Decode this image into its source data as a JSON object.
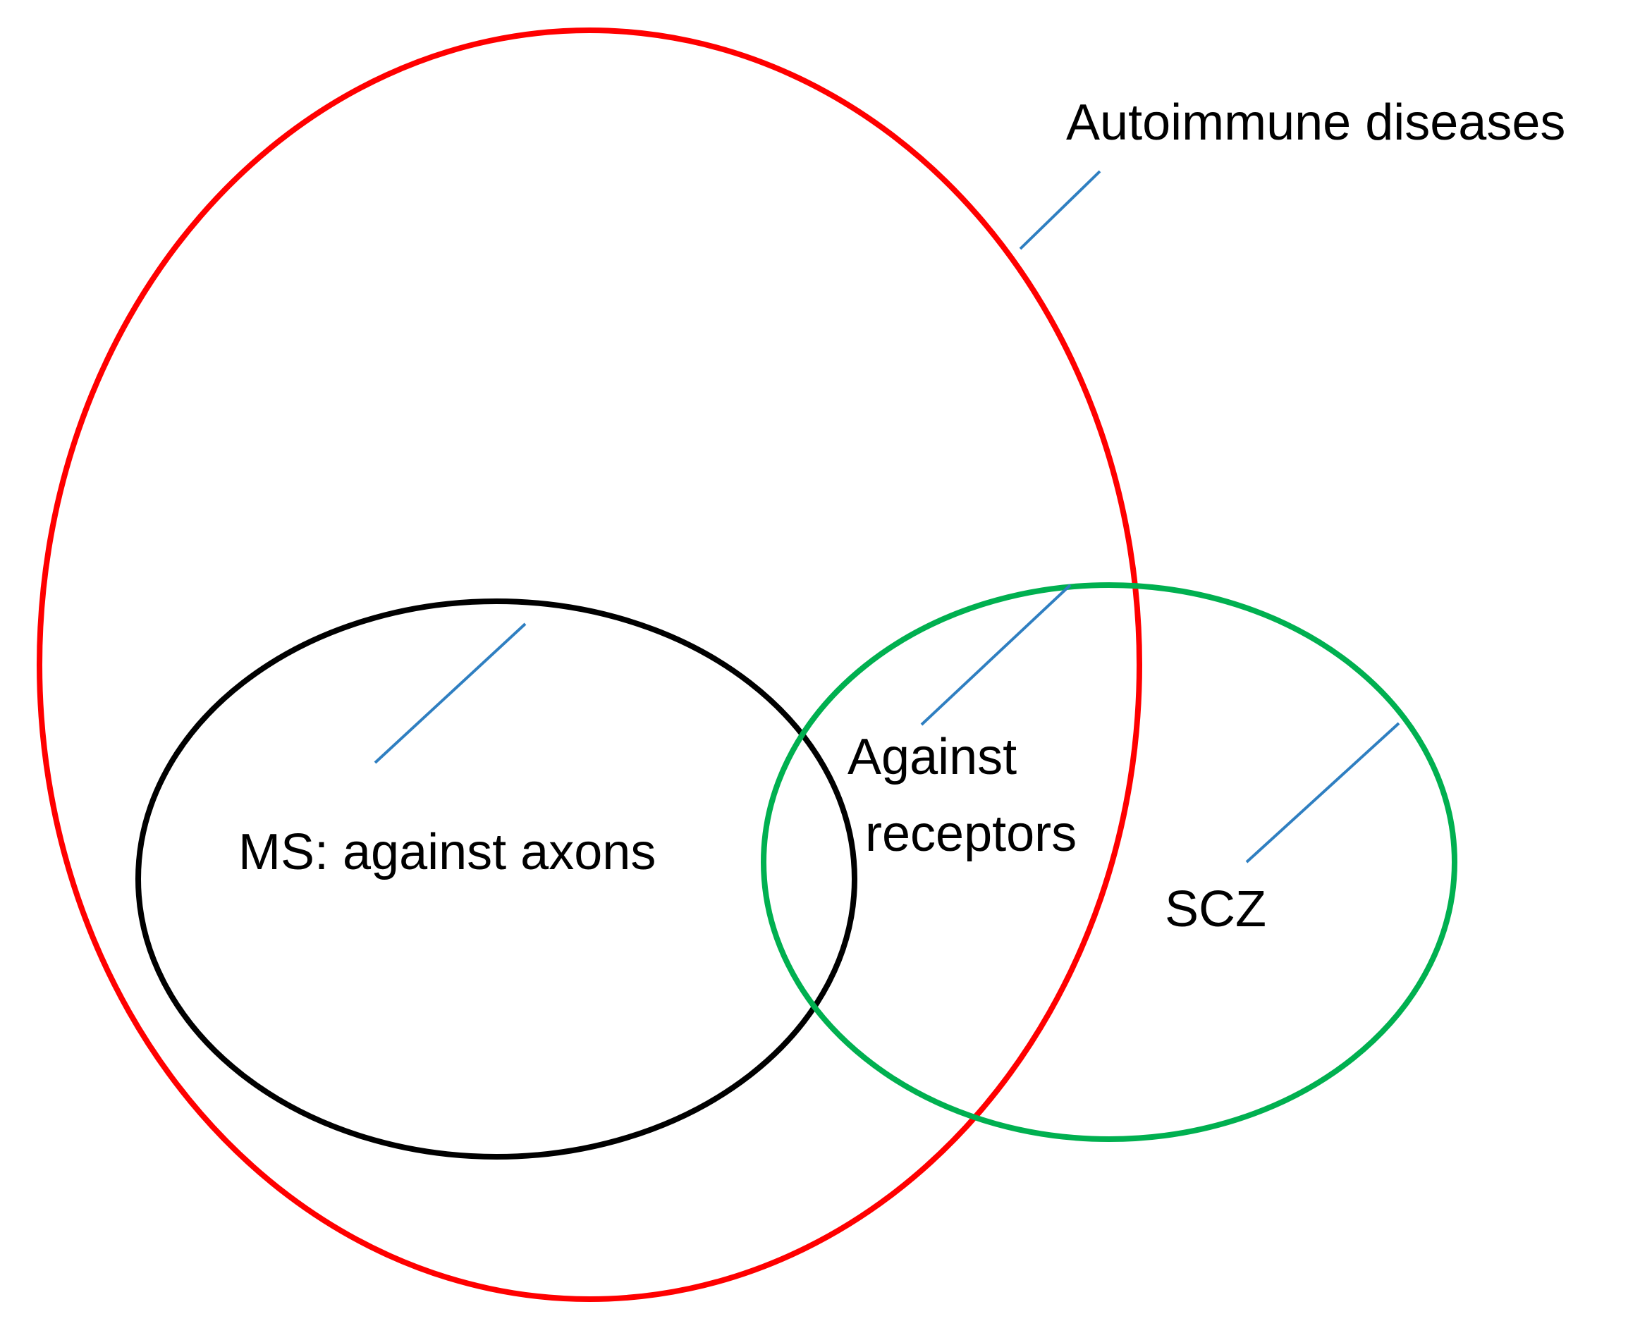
{
  "diagram": {
    "type": "venn",
    "sets": [
      {
        "id": "autoimmune",
        "label": "Autoimmune diseases",
        "color": "#ff0000"
      },
      {
        "id": "ms",
        "label": "MS: against axons",
        "color": "#000000"
      },
      {
        "id": "scz",
        "label": "SCZ",
        "color": "#00b050"
      }
    ],
    "intersection": {
      "label_line1": "Against",
      "label_line2": "receptors"
    },
    "leader_line_color": "#2f7fc1"
  }
}
